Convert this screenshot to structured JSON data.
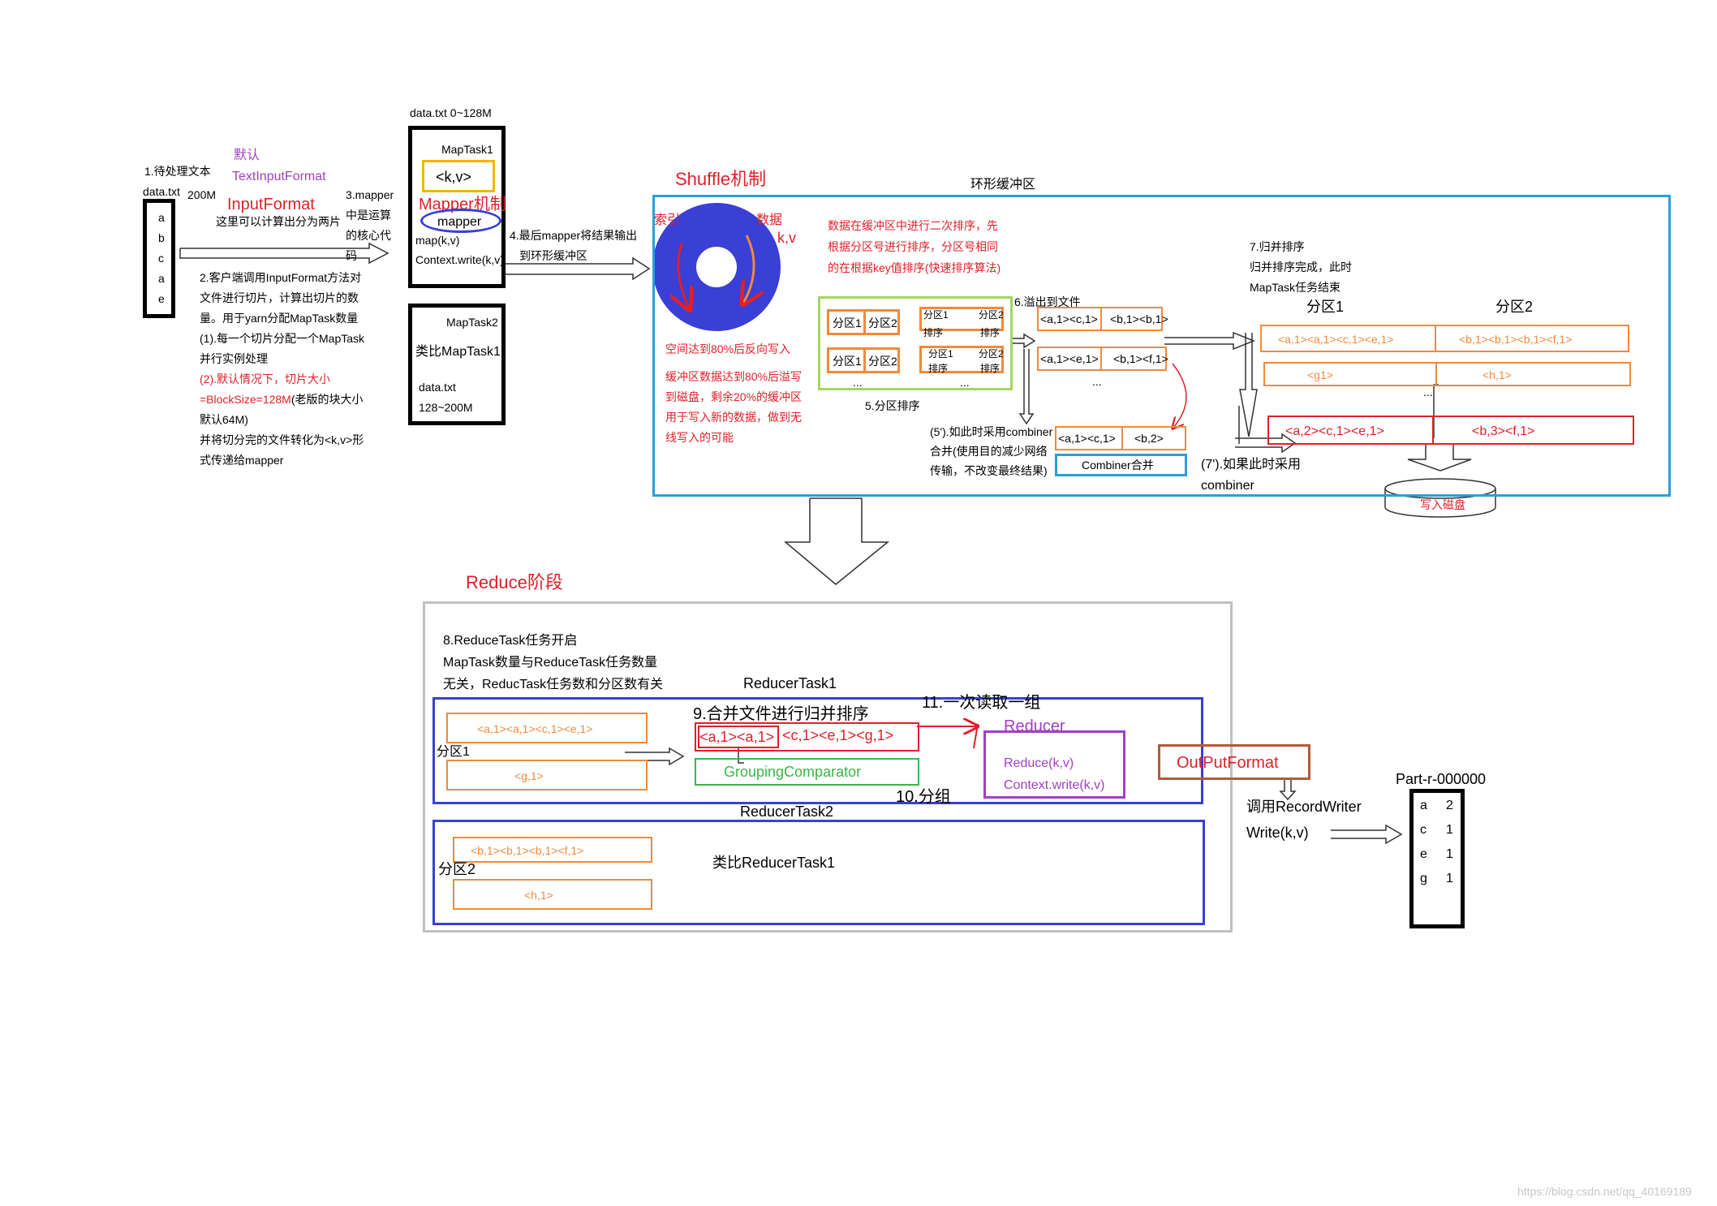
{
  "input": {
    "step1": "1.待处理文本",
    "file": "data.txt",
    "size": "200M",
    "letters": [
      "a",
      "b",
      "c",
      "a",
      "e"
    ],
    "default": "默认",
    "textinputformat": "TextInputFormat",
    "inputformat": "InputFormat",
    "split_note": "这里可以计算出分为两片",
    "step2": [
      "2.客户端调用InputFormat方法对",
      "文件进行切片，计算出切片的数",
      "量。用于yarn分配MapTask数量",
      "(1).每一个切片分配一个MapTask",
      "并行实例处理"
    ],
    "step2_red": [
      "(2).默认情况下，切片大小",
      "=BlockSize=128M"
    ],
    "step2_tail": [
      "(老版的块大小",
      "默认64M)",
      "并将切分完的文件转化为<k,v>形",
      "式传递给mapper"
    ]
  },
  "map": {
    "data_label": "data.txt   0~128M",
    "task1": "MapTask1",
    "kv": "<k,v>",
    "mapper_mech": "Mapper机制",
    "mapper": "mapper",
    "map_kv": "map(k,v)",
    "ctx_write": "Context.write(k,v)",
    "step3": [
      "3.mapper",
      "中是运算",
      "的核心代",
      "码"
    ],
    "task2": "MapTask2",
    "task2_desc": "类比MapTask1",
    "task2_file": "data.txt",
    "task2_range": "128~200M",
    "step4": [
      "4.最后mapper将结果输出",
      "到环形缓冲区"
    ]
  },
  "shuffle": {
    "title": "Shuffle机制",
    "ring_title": "环形缓冲区",
    "index": "索引",
    "data": "数据",
    "kv": "k,v",
    "note_80": "空间达到80%后反向写入",
    "overflow": [
      "缓冲区数据达到80%后溢写",
      "到磁盘，剩余20%的缓冲区",
      "用于写入新的数据，做到无",
      "线写入的可能"
    ],
    "sort_note": [
      "数据在缓冲区中进行二次排序，先",
      "根据分区号进行排序，分区号相同",
      "的在根据key值排序(快速排序算法)"
    ],
    "p1": "分区1",
    "p2": "分区2",
    "sort": "排序",
    "dots": "...",
    "step5": "5.分区排序",
    "step6": "6.溢出到文件",
    "spill1a": "<a,1><c,1>",
    "spill1b": "<b,1><b,1>",
    "spill2a": "<a,1><e,1>",
    "spill2b": "<b,1><f,1>",
    "step5p": [
      "(5').如此时采用combiner",
      "合并(使用目的减少网络",
      "传输，不改变最终结果)"
    ],
    "comb_a": "<a,1><c,1>",
    "comb_b": "<b,2>",
    "combiner": "Combiner合并",
    "step7p": [
      "(7').如果此时采用",
      "combiner"
    ],
    "step7": [
      "7.归并排序",
      "归并排序完成，此时",
      "MapTask任务结束"
    ],
    "merge_p1": "分区1",
    "merge_p2": "分区2",
    "m1a": "<a,1><a,1><c,1><e,1>",
    "m1b": "<b,1><b,1><b,1><f,1>",
    "m2a": "<g1>",
    "m2b": "<h,1>",
    "m3a": "<a,2><c,1><e,1>",
    "m3b": "<b,3><f,1>",
    "write_disk": "写入磁盘"
  },
  "reduce": {
    "title": "Reduce阶段",
    "step8": [
      "8.ReduceTask任务开启",
      "MapTask数量与ReduceTask任务数量",
      "无关，ReducTask任务数和分区数有关"
    ],
    "rt1": "ReducerTask1",
    "rt2": "ReducerTask2",
    "p1": "分区1",
    "p2": "分区2",
    "r1a": "<a,1><a,1><c,1><e,1>",
    "r1b": "<g,1>",
    "step9": "9.合并文件进行归并排序",
    "merged_a": "<a,1><a,1>",
    "merged_b": "<c,1><e,1><g,1>",
    "grouping": "GroupingComparator",
    "step10": "10.分组",
    "step11": "11.一次读取一组",
    "reducer": "Reducer",
    "reduce_kv": "Reduce(k,v)",
    "ctx_write": "Context.write(k,v)",
    "outputformat": "OutPutFormat",
    "record_writer": "调用RecordWriter",
    "write_kv": "Write(k,v)",
    "r2a": "<b,1><b,1><b,1><f,1>",
    "r2b": "<h,1>",
    "rt2_desc": "类比ReducerTask1",
    "part_file": "Part-r-000000",
    "result": [
      [
        "a",
        "2"
      ],
      [
        "c",
        "1"
      ],
      [
        "e",
        "1"
      ],
      [
        "g",
        "1"
      ]
    ]
  },
  "watermark": "https://blog.csdn.net/qq_40169189"
}
